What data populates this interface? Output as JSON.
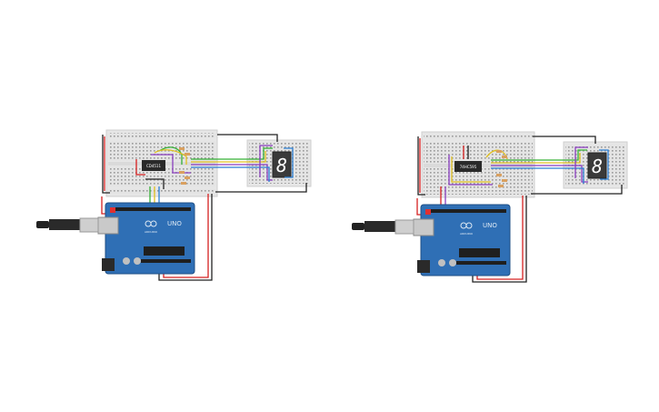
{
  "circuits": [
    {
      "id": "left",
      "chip_label": "CD4511",
      "board_logo_text": "UNO",
      "board_brand_text": "ARDUINO",
      "display_digit": "8",
      "accent": "#2f6fb5"
    },
    {
      "id": "right",
      "chip_label": "74HC595",
      "board_logo_text": "UNO",
      "board_brand_text": "ARDUINO",
      "display_digit": "8",
      "accent": "#2f6fb5"
    }
  ],
  "colors": {
    "board": "#2f6fb5",
    "breadboard": "#e2e2e2",
    "wire_red": "#d62020",
    "wire_black": "#222222",
    "wire_green": "#35b035",
    "wire_yellow": "#e0c020",
    "wire_purple": "#8a3fbf",
    "wire_blue": "#2b7fd4",
    "wire_orange": "#e07a20"
  }
}
